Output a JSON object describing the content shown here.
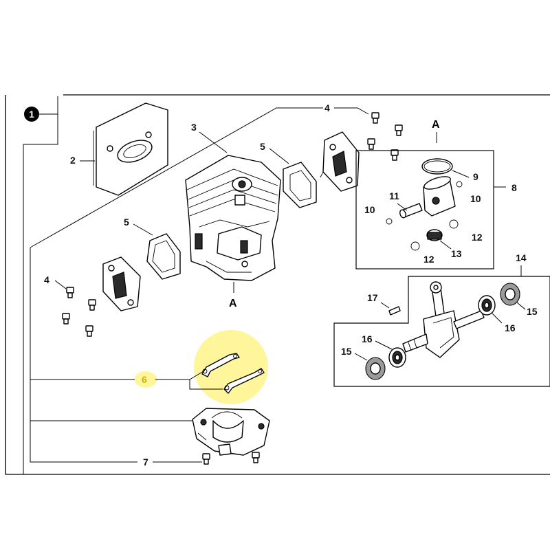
{
  "colors": {
    "highlight": "#fff59a",
    "highlight_text": "#c9b400",
    "line": "#000000",
    "badge": "#000000"
  },
  "badge": {
    "label": "1"
  },
  "section_marks": {
    "top": "A",
    "bottom": "A"
  },
  "callouts": {
    "c2": "2",
    "c3": "3",
    "c4_top": "4",
    "c4_left": "4",
    "c5_top": "5",
    "c5_left": "5",
    "c6": "6",
    "c7": "7",
    "c8": "8",
    "c9": "9",
    "c10_right": "10",
    "c10_left": "10",
    "c11": "11",
    "c12_right": "12",
    "c12_bottom": "12",
    "c13": "13",
    "c14": "14",
    "c15_right": "15",
    "c15_left": "15",
    "c16_right": "16",
    "c16_left": "16",
    "c17": "17"
  },
  "icons": [
    "cylinder-icon",
    "gasket-icon",
    "intake-flange-icon",
    "screw-icon",
    "piston-kit-icon",
    "crankshaft-icon",
    "bearing-icon",
    "seal-ring-icon",
    "clamp-bracket-icon",
    "crankcase-half-icon"
  ]
}
